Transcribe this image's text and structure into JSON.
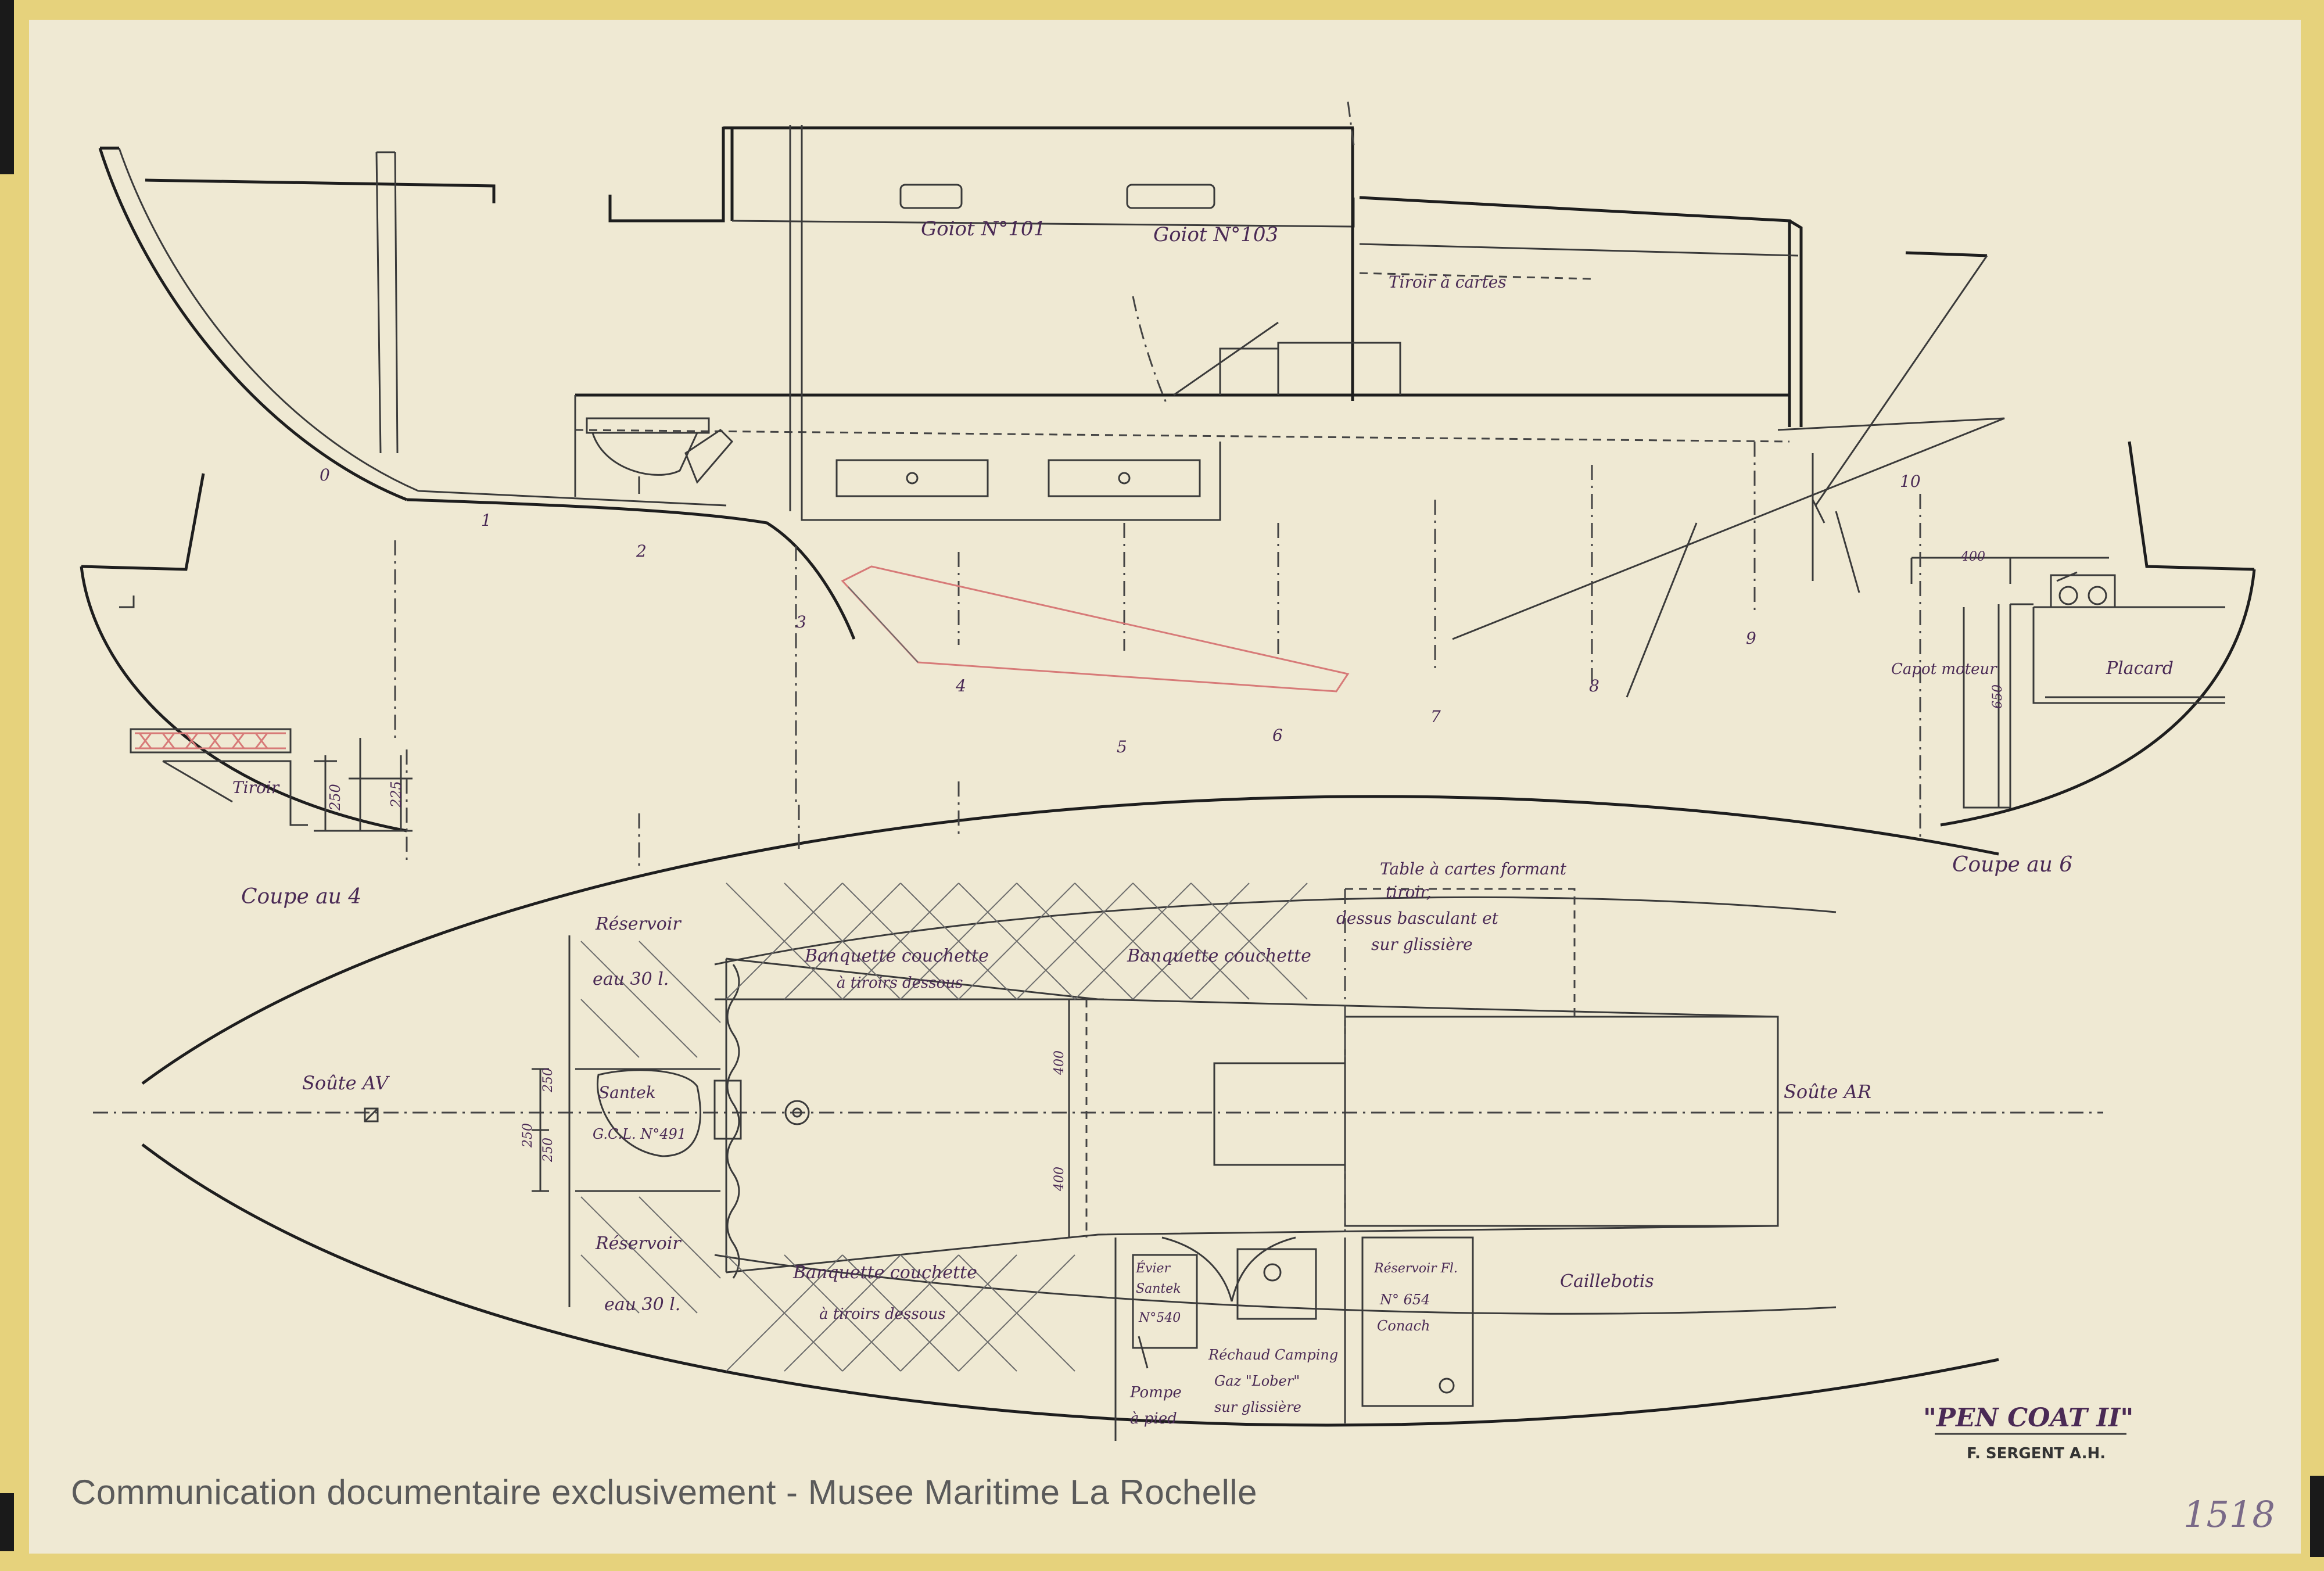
{
  "plan": {
    "top_labels": {
      "hatch_101": "Goiot N°101",
      "hatch_103": "Goiot N°103",
      "tiroir_cartes": "Tiroir à cartes"
    },
    "station_numbers": [
      "0",
      "1",
      "2",
      "3",
      "4",
      "5",
      "6",
      "7",
      "8",
      "9",
      "10"
    ],
    "section_left": {
      "tiroir": "Tiroir",
      "dim_250": "250",
      "dim_225": "225",
      "caption": "Coupe au 4"
    },
    "section_right": {
      "dim_400": "400",
      "dim_650": "650",
      "capot_moteur": "Capot moteur",
      "placard": "Placard",
      "caption": "Coupe au 6"
    },
    "plan_labels": {
      "soute_av": "Soûte AV",
      "soute_ar": "Soûte AR",
      "reservoir_top": "Réservoir",
      "eau_top": "eau 30 l.",
      "reservoir_bottom": "Réservoir",
      "eau_bottom": "eau 30 l.",
      "banquette_top_1": "Banquette couchette",
      "banquette_top_1b": "à tiroirs dessous",
      "banquette_top_2": "Banquette couchette",
      "banquette_bottom_1": "Banquette couchette",
      "banquette_bottom_1b": "à tiroirs dessous",
      "table_1": "Table à cartes formant",
      "table_2": "tiroir,",
      "table_3": "dessus basculant et",
      "table_4": "sur glissière",
      "santek_1": "Santek",
      "santek_2": "G.C.L. N°491",
      "evier_1": "Évier",
      "evier_2": "Santek",
      "evier_3": "N°540",
      "pompe_1": "Pompe",
      "pompe_2": "à pied",
      "rechaud_1": "Réchaud Camping",
      "rechaud_2": "Gaz \"Lober\"",
      "rechaud_3": "sur glissière",
      "res_fuel_1": "Réservoir Fl.",
      "res_fuel_2": "N° 654",
      "res_fuel_3": "Conach",
      "caillebotis": "Caillebotis",
      "dim_250a": "250",
      "dim_250b": "250",
      "dim_250c": "250",
      "dim_400a": "400",
      "dim_400b": "400"
    },
    "title_block": {
      "name": "\"PEN COAT II\"",
      "designer": "F. SERGENT A.H."
    }
  },
  "footer": {
    "note": "Communication documentaire exclusivement - Musee Maritime La Rochelle",
    "archive_number": "1518"
  },
  "colors": {
    "paper": "#efe9d3",
    "frame_tape": "#e8cf6a",
    "ink": "#2b2b2b",
    "handwriting": "#4a2a55",
    "red_hatch": "#d77a78"
  }
}
